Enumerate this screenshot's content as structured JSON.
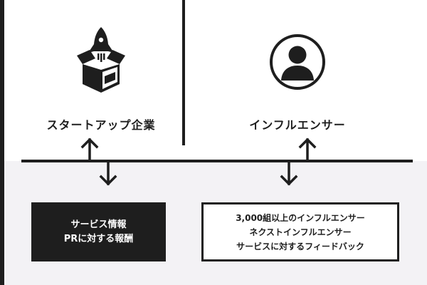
{
  "startup": {
    "label": "スタートアップ企業",
    "icon": "rocket-box-icon"
  },
  "influencer": {
    "label": "インフルエンサー",
    "icon": "person-icon"
  },
  "startup_gives": {
    "lines": [
      "サービス情報",
      "PRに対する報酬"
    ]
  },
  "influencer_gives": {
    "lines": [
      "3,000組以上のインフルエンサー",
      "ネクストインフルエンサー",
      "サービスに対するフィードバック"
    ]
  },
  "colors": {
    "ink": "#1e1e1e",
    "background_top": "#ffffff",
    "background_bottom": "#f3f2f5"
  }
}
